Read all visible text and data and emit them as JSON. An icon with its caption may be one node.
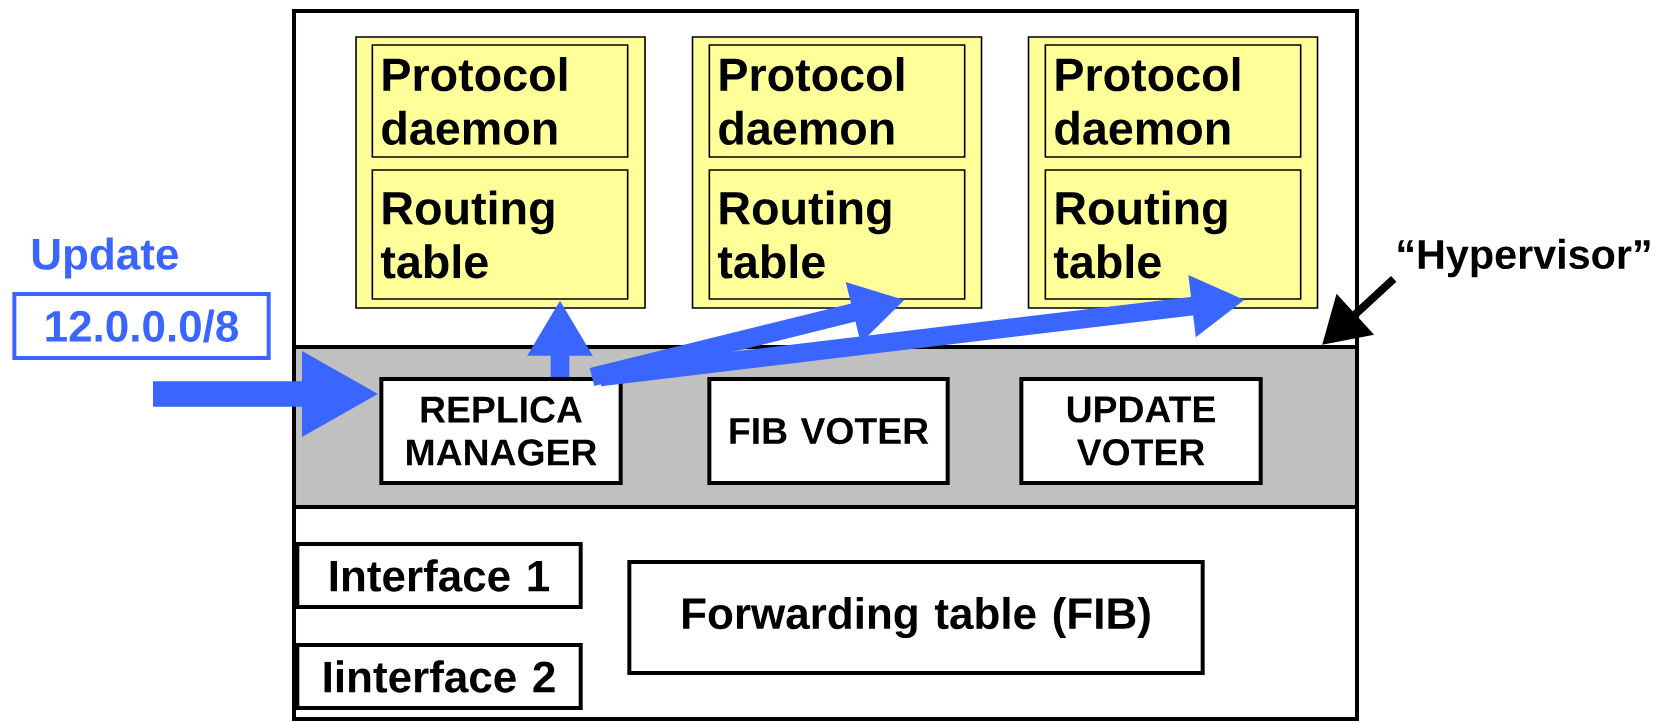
{
  "diagram": {
    "nodes": [
      {
        "text": [],
        "shape": "box"
      },
      {
        "text": [
          "Protocol daemon"
        ],
        "in": 0
      },
      {
        "text": [
          "Routing table"
        ],
        "in": 0
      },
      {
        "text": [],
        "shape": "box"
      },
      {
        "text": [
          "Protocol daemon"
        ],
        "in": 3
      },
      {
        "text": [
          "Routing table"
        ],
        "in": 3
      },
      {
        "text": [],
        "shape": "box"
      },
      {
        "text": [
          "Protocol daemon"
        ],
        "in": 6
      },
      {
        "text": [
          "Routing table"
        ],
        "in": 6
      },
      {
        "text": [
          "Update",
          "12.0.0.0/8"
        ]
      },
      {
        "text": [],
        "shape": "band"
      },
      {
        "text": [
          "REPLICA MANAGER"
        ],
        "in": 10
      },
      {
        "text": [
          "FIB VOTER"
        ],
        "in": 10
      },
      {
        "text": [
          "UPDATE VOTER"
        ],
        "in": 10
      },
      {
        "text": [
          "“Hypervisor”"
        ]
      },
      {
        "text": [
          "Interface 1"
        ]
      },
      {
        "text": [
          "Iinterface 2"
        ]
      },
      {
        "text": [
          "Forwarding table (FIB)"
        ]
      }
    ],
    "edges": [
      {
        "from": null,
        "to": 11,
        "arrow": "to",
        "color": "#3a66ff"
      },
      {
        "from": 11,
        "to": 2,
        "arrow": "to",
        "color": "#3a66ff"
      },
      {
        "from": 11,
        "to": 5,
        "arrow": "to",
        "color": "#3a66ff"
      },
      {
        "from": 11,
        "to": 8,
        "arrow": "to",
        "color": "#3a66ff"
      },
      {
        "from": 14,
        "to": 10,
        "arrow": "to",
        "color": "#000000"
      }
    ]
  }
}
